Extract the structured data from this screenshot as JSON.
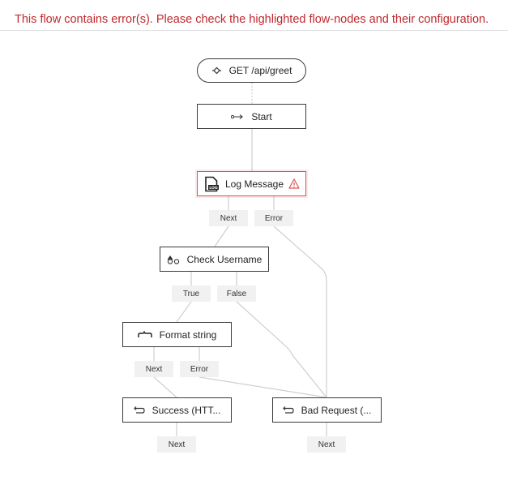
{
  "banner": {
    "message": "This flow contains error(s). Please check the highlighted flow-nodes and their configuration."
  },
  "nodes": {
    "trigger": {
      "label": "GET /api/greet",
      "icon": "route-icon"
    },
    "start": {
      "label": "Start",
      "icon": "arrow-both-icon"
    },
    "log": {
      "label": "Log Message",
      "icon": "log-file-icon",
      "status_icon": "warning-icon",
      "has_error": true
    },
    "check": {
      "label": "Check Username",
      "icon": "shapes-icon"
    },
    "format": {
      "label": "Format string",
      "icon": "braces-icon"
    },
    "success": {
      "label": "Success (HTT...",
      "icon": "return-icon"
    },
    "bad": {
      "label": "Bad Request (...",
      "icon": "return-icon"
    }
  },
  "ports": {
    "log_next": "Next",
    "log_error": "Error",
    "check_true": "True",
    "check_false": "False",
    "format_next": "Next",
    "format_error": "Error",
    "success_next": "Next",
    "bad_next": "Next"
  },
  "colors": {
    "error": "#c0282d",
    "node_border": "#3a3a3a",
    "port_bg": "#f1f1f1",
    "edge": "#cfcfcf"
  }
}
